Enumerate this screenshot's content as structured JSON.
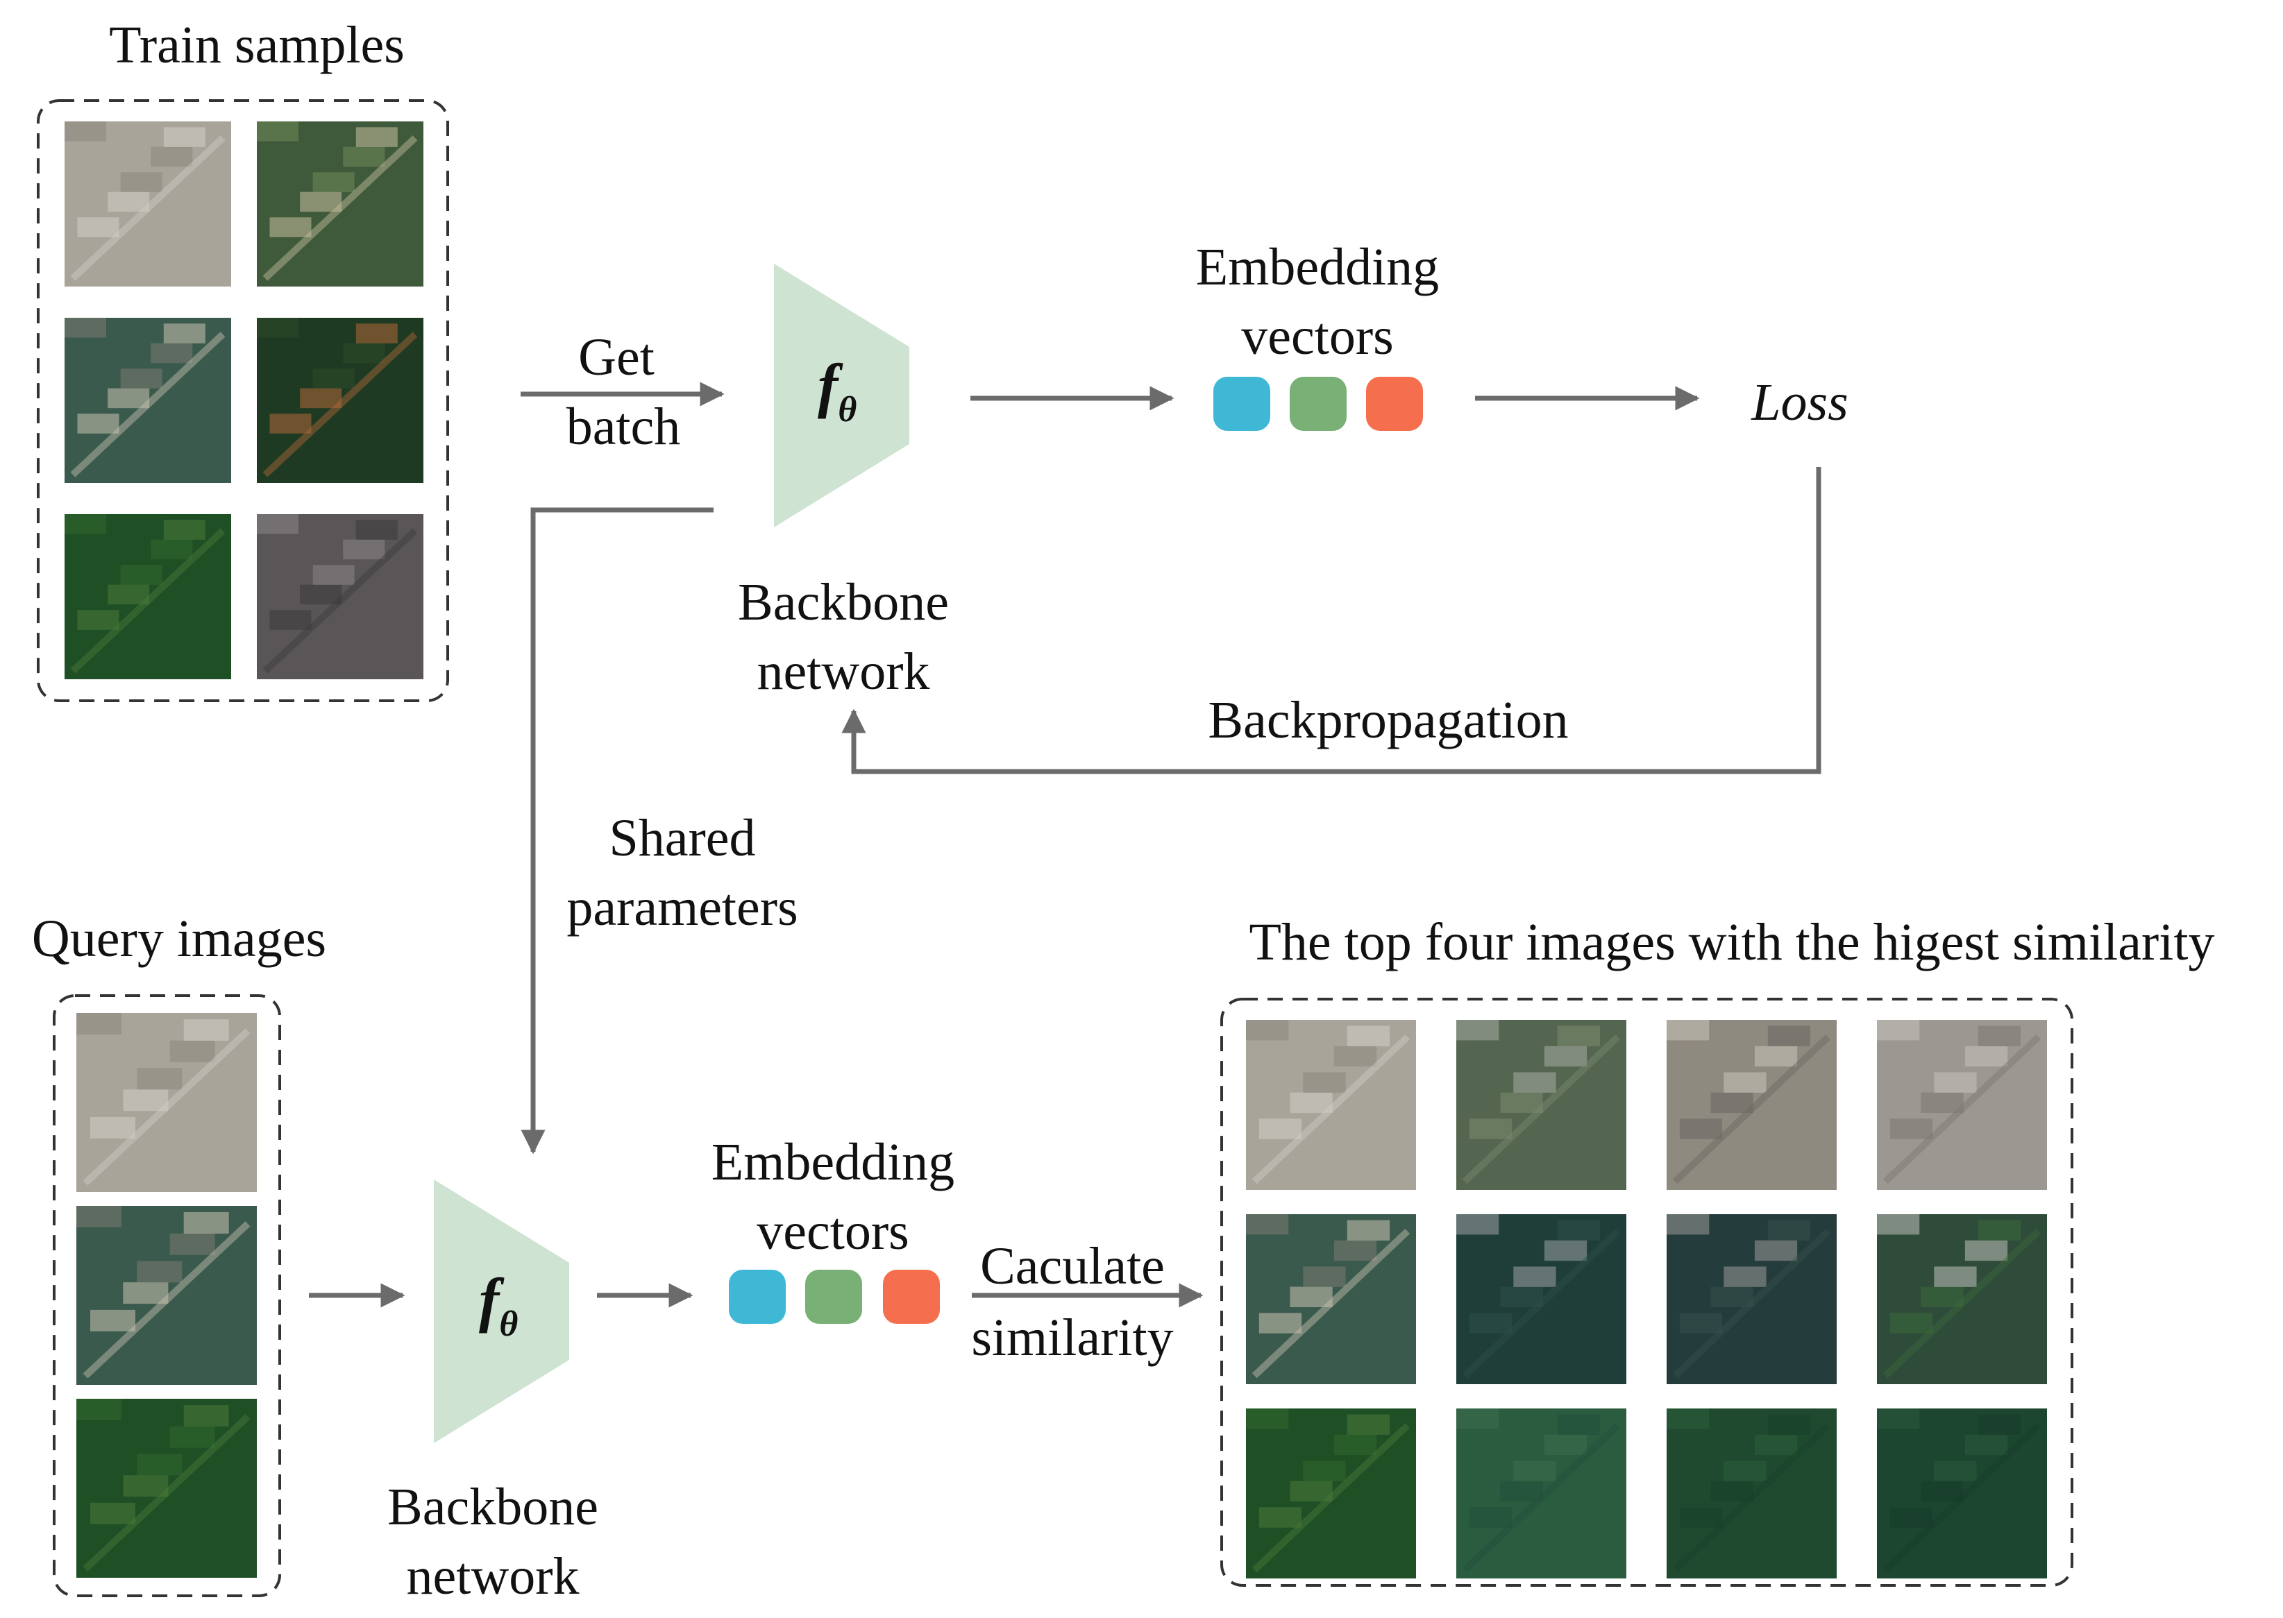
{
  "labels": {
    "train_samples": "Train samples",
    "get": "Get",
    "batch": "batch",
    "embedding_top_1": "Embedding",
    "embedding_top_2": "vectors",
    "loss": "Loss",
    "backbone_top_1": "Backbone",
    "backbone_top_2": "network",
    "backpropagation": "Backpropagation",
    "shared_1": "Shared",
    "shared_2": "parameters",
    "query_images": "Query images",
    "top_four": "The top four images with the higest similarity",
    "embedding_bottom_1": "Embedding",
    "embedding_bottom_2": "vectors",
    "calculate_1": "Caculate",
    "calculate_2": "similarity",
    "backbone_bottom_1": "Backbone",
    "backbone_bottom_2": "network",
    "f": "f",
    "theta": "θ"
  },
  "colors": {
    "trapezoid": "#cfe3d2",
    "arrow": "#6b6b6b",
    "vector_blue": "#3fb8d6",
    "vector_green": "#78b075",
    "vector_orange": "#f56f4f",
    "dash_border": "#333333"
  },
  "thumbnails": {
    "train": [
      "airport",
      "park",
      "bridge",
      "forest-road",
      "forest",
      "parking"
    ],
    "query": [
      "airport",
      "bridge",
      "forest"
    ],
    "results": [
      [
        "airport",
        "terminal",
        "terminal-v",
        "pentagon"
      ],
      [
        "bridge",
        "bridge-water",
        "bridge-curve",
        "bridge-trees"
      ],
      [
        "forest",
        "forest-dense",
        "forest-dark",
        "forest-deep"
      ]
    ]
  },
  "thumb_palettes": {
    "airport": [
      "#a9a49a",
      "#8a867e",
      "#d0cdc6"
    ],
    "park": [
      "#3f5a3a",
      "#6f8a5a",
      "#c9c0a0"
    ],
    "bridge": [
      "#3b5a4e",
      "#7a7a70",
      "#c9c3b0"
    ],
    "forest-road": [
      "#1f3a22",
      "#2e4a2a",
      "#b0683a"
    ],
    "forest": [
      "#1f4f25",
      "#2f6a2f",
      "#4a7a3a"
    ],
    "parking": [
      "#5a5658",
      "#8a8587",
      "#3d3a3c"
    ],
    "terminal": [
      "#556650",
      "#a8aca4",
      "#7a8a70"
    ],
    "terminal-v": [
      "#8f8a80",
      "#c9c4ba",
      "#6a6660"
    ],
    "pentagon": [
      "#9a9890",
      "#c5c3bb",
      "#7a7870"
    ],
    "bridge-water": [
      "#1f3e3a",
      "#9aa0a0",
      "#2d5048"
    ],
    "bridge-curve": [
      "#253c3d",
      "#9a9a98",
      "#35504c"
    ],
    "bridge-trees": [
      "#2f4c3a",
      "#c0c0bb",
      "#3a6a3a"
    ],
    "forest-dense": [
      "#2a5c40",
      "#3c6e4c",
      "#23503a"
    ],
    "forest-dark": [
      "#1f4a30",
      "#2c5e3c",
      "#18402a"
    ],
    "forest-deep": [
      "#1d4631",
      "#2a5a3e",
      "#163d2a"
    ]
  }
}
